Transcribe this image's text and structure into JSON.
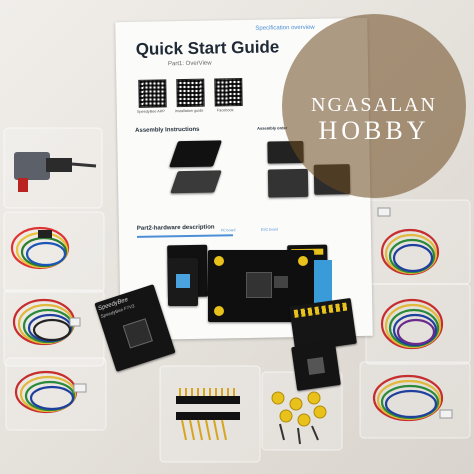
{
  "manual": {
    "title": "Quick Start Guide",
    "part1": "Part1: OverView",
    "qr_labels": [
      "SpeedyBee APP",
      "Installation guide",
      "Facebook"
    ],
    "spec_header": "Specification overview",
    "assembly_left": "Assembly Instructions",
    "assembly_right": "Assembly order",
    "part2": "Part2-hardware description",
    "fc_board_label": "FC board",
    "esc_board_label": "ESC board"
  },
  "board_print": {
    "brand": "SpeedyBee",
    "model": "SpeedyBee F7V3"
  },
  "watermark": {
    "line1": "NGASALAN",
    "line2": "HOBBY"
  }
}
